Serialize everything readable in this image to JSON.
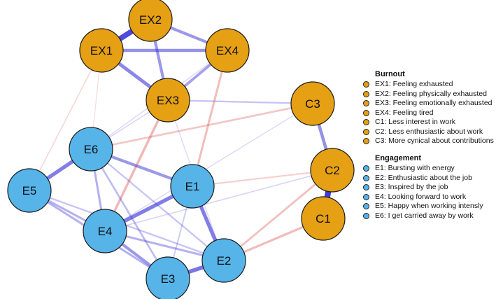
{
  "nodes": [
    {
      "id": "EX1",
      "label": "EX1",
      "group": "burnout"
    },
    {
      "id": "EX2",
      "label": "EX2",
      "group": "burnout"
    },
    {
      "id": "EX3",
      "label": "EX3",
      "group": "burnout"
    },
    {
      "id": "EX4",
      "label": "EX4",
      "group": "burnout"
    },
    {
      "id": "C1",
      "label": "C1",
      "group": "burnout"
    },
    {
      "id": "C2",
      "label": "C2",
      "group": "burnout"
    },
    {
      "id": "C3",
      "label": "C3",
      "group": "burnout"
    },
    {
      "id": "E1",
      "label": "E1",
      "group": "engagement"
    },
    {
      "id": "E2",
      "label": "E2",
      "group": "engagement"
    },
    {
      "id": "E3",
      "label": "E3",
      "group": "engagement"
    },
    {
      "id": "E4",
      "label": "E4",
      "group": "engagement"
    },
    {
      "id": "E5",
      "label": "E5",
      "group": "engagement"
    },
    {
      "id": "E6",
      "label": "E6",
      "group": "engagement"
    }
  ],
  "edges": [
    {
      "from": "EX1",
      "to": "EX2",
      "sign": "positive",
      "strength": 0.9
    },
    {
      "from": "EX1",
      "to": "EX4",
      "sign": "positive",
      "strength": 0.5
    },
    {
      "from": "EX1",
      "to": "EX3",
      "sign": "positive",
      "strength": 0.55
    },
    {
      "from": "EX2",
      "to": "EX4",
      "sign": "positive",
      "strength": 0.45
    },
    {
      "from": "EX2",
      "to": "EX3",
      "sign": "positive",
      "strength": 0.45
    },
    {
      "from": "EX3",
      "to": "EX4",
      "sign": "positive",
      "strength": 0.4
    },
    {
      "from": "EX3",
      "to": "C3",
      "sign": "positive",
      "strength": 0.2
    },
    {
      "from": "EX4",
      "to": "E6",
      "sign": "positive",
      "strength": 0.08
    },
    {
      "from": "EX4",
      "to": "E1",
      "sign": "negative",
      "strength": 0.3
    },
    {
      "from": "EX3",
      "to": "E4",
      "sign": "negative",
      "strength": 0.35
    },
    {
      "from": "EX3",
      "to": "E6",
      "sign": "positive",
      "strength": 0.1
    },
    {
      "from": "EX1",
      "to": "E5",
      "sign": "negative",
      "strength": 0.12
    },
    {
      "from": "EX3",
      "to": "E2",
      "sign": "positive",
      "strength": 0.08
    },
    {
      "from": "C3",
      "to": "C2",
      "sign": "positive",
      "strength": 0.5
    },
    {
      "from": "C2",
      "to": "C1",
      "sign": "positive",
      "strength": 1.0
    },
    {
      "from": "C3",
      "to": "E6",
      "sign": "negative",
      "strength": 0.25
    },
    {
      "from": "C3",
      "to": "E4",
      "sign": "positive",
      "strength": 0.08
    },
    {
      "from": "C2",
      "to": "E1",
      "sign": "negative",
      "strength": 0.18
    },
    {
      "from": "C2",
      "to": "E2",
      "sign": "negative",
      "strength": 0.28
    },
    {
      "from": "C1",
      "to": "E2",
      "sign": "negative",
      "strength": 0.32
    },
    {
      "from": "C2",
      "to": "E4",
      "sign": "positive",
      "strength": 0.1
    },
    {
      "from": "E6",
      "to": "E5",
      "sign": "positive",
      "strength": 0.6
    },
    {
      "from": "E6",
      "to": "E1",
      "sign": "positive",
      "strength": 0.45
    },
    {
      "from": "E6",
      "to": "E4",
      "sign": "positive",
      "strength": 0.3
    },
    {
      "from": "E6",
      "to": "E3",
      "sign": "positive",
      "strength": 0.25
    },
    {
      "from": "E6",
      "to": "E2",
      "sign": "positive",
      "strength": 0.2
    },
    {
      "from": "E5",
      "to": "E4",
      "sign": "positive",
      "strength": 0.3
    },
    {
      "from": "E5",
      "to": "E3",
      "sign": "positive",
      "strength": 0.3
    },
    {
      "from": "E5",
      "to": "E2",
      "sign": "positive",
      "strength": 0.2
    },
    {
      "from": "E1",
      "to": "E4",
      "sign": "positive",
      "strength": 0.6
    },
    {
      "from": "E1",
      "to": "E2",
      "sign": "positive",
      "strength": 0.6
    },
    {
      "from": "E1",
      "to": "E3",
      "sign": "positive",
      "strength": 0.15
    },
    {
      "from": "E4",
      "to": "E3",
      "sign": "positive",
      "strength": 0.45
    },
    {
      "from": "E4",
      "to": "E2",
      "sign": "positive",
      "strength": 0.3
    },
    {
      "from": "E3",
      "to": "E2",
      "sign": "positive",
      "strength": 0.65
    },
    {
      "from": "EX1",
      "to": "E6",
      "sign": "negative",
      "strength": 0.08
    }
  ],
  "colors": {
    "burnout_node": "#E6A014",
    "engagement_node": "#56B4E9",
    "node_border": "#1a1a1a",
    "positive_edge": "#3A33D6",
    "negative_edge": "#D9534F"
  },
  "legend": {
    "burnout": {
      "title": "Burnout",
      "items": [
        "EX1: Feeling exhausted",
        "EX2: Feeling physically exhausted",
        "EX3: Feeling emotionally exhausted",
        "EX4: Feeling tired",
        "C1: Less interest in work",
        "C2: Less enthusiastic about work",
        "C3: More cynical about contributions"
      ]
    },
    "engagement": {
      "title": "Engagement",
      "items": [
        "E1: Bursting with energy",
        "E2: Enthusiastic about the job",
        "E3: Inspired by the job",
        "E4: Looking forward to work",
        "E5: Happy when working intensly",
        "E6: I get carried away by work"
      ]
    }
  }
}
